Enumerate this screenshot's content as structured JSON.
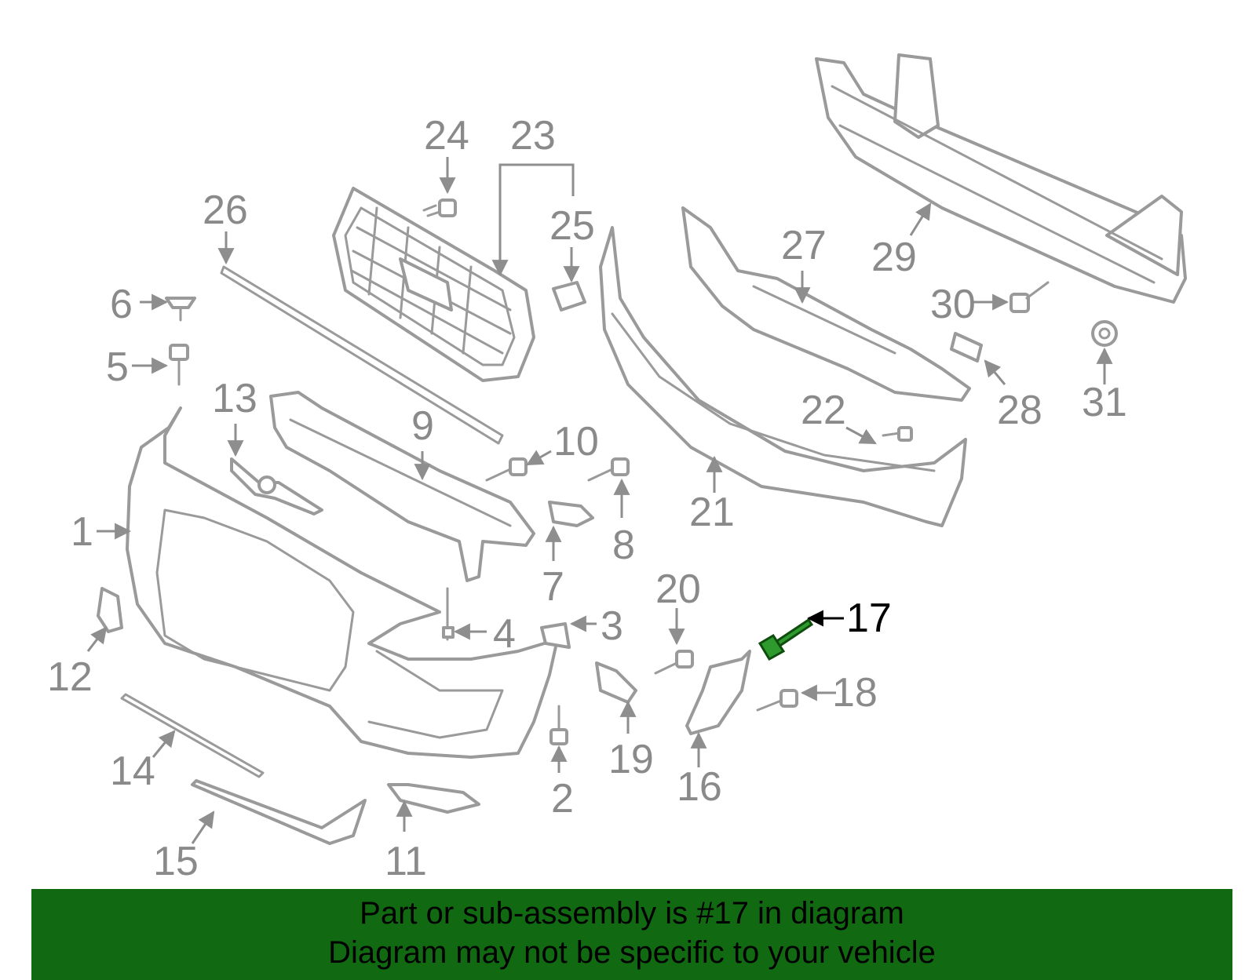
{
  "diagram": {
    "highlighted_part": "17",
    "callouts": [
      {
        "id": "c1",
        "label": "1"
      },
      {
        "id": "c2",
        "label": "2"
      },
      {
        "id": "c3",
        "label": "3"
      },
      {
        "id": "c4",
        "label": "4"
      },
      {
        "id": "c5",
        "label": "5"
      },
      {
        "id": "c6",
        "label": "6"
      },
      {
        "id": "c7",
        "label": "7"
      },
      {
        "id": "c8",
        "label": "8"
      },
      {
        "id": "c9",
        "label": "9"
      },
      {
        "id": "c10",
        "label": "10"
      },
      {
        "id": "c11",
        "label": "11"
      },
      {
        "id": "c12",
        "label": "12"
      },
      {
        "id": "c13",
        "label": "13"
      },
      {
        "id": "c14",
        "label": "14"
      },
      {
        "id": "c15",
        "label": "15"
      },
      {
        "id": "c16",
        "label": "16"
      },
      {
        "id": "c17",
        "label": "17"
      },
      {
        "id": "c18",
        "label": "18"
      },
      {
        "id": "c19",
        "label": "19"
      },
      {
        "id": "c20",
        "label": "20"
      },
      {
        "id": "c21",
        "label": "21"
      },
      {
        "id": "c22",
        "label": "22"
      },
      {
        "id": "c23",
        "label": "23"
      },
      {
        "id": "c24",
        "label": "24"
      },
      {
        "id": "c25",
        "label": "25"
      },
      {
        "id": "c26",
        "label": "26"
      },
      {
        "id": "c27",
        "label": "27"
      },
      {
        "id": "c28",
        "label": "28"
      },
      {
        "id": "c29",
        "label": "29"
      },
      {
        "id": "c30",
        "label": "30"
      },
      {
        "id": "c31",
        "label": "31"
      }
    ],
    "colors": {
      "part_stroke": "#9a9a9a",
      "highlight": "#2e9a2e",
      "banner": "#116911"
    }
  },
  "banner": {
    "line1": "Part or sub-assembly is #17 in diagram",
    "line2": "Diagram may not be specific to your vehicle"
  }
}
